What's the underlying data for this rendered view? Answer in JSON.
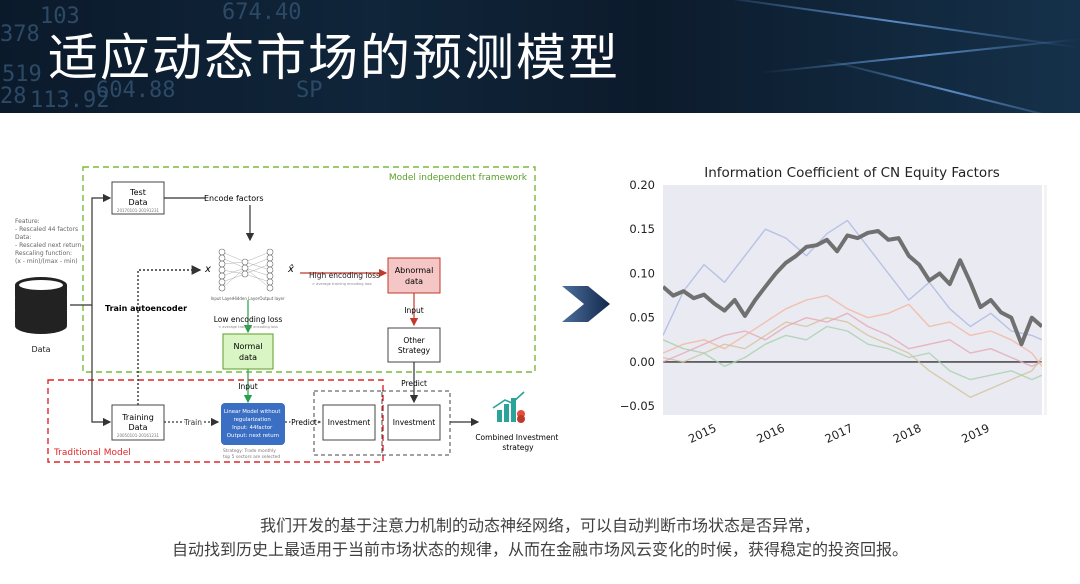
{
  "banner": {
    "title": "适应动态市场的预测模型",
    "tickers": [
      "378",
      "519",
      "113.92",
      "604.88",
      "103",
      "674.40",
      "SP",
      "28"
    ]
  },
  "diagram": {
    "framework_label": "Model independent framework",
    "traditional_label": "Traditional Model",
    "feature_note": [
      "Feature:",
      "- Rescaled 44 factors",
      "Data:",
      "- Rescaled next return",
      "Rescaling function:",
      "(x - min)/(max - min)"
    ],
    "data_label": "Data",
    "test_data": {
      "line1": "Test",
      "line2": "Data",
      "sub": "20170101-20191231"
    },
    "training_data": {
      "line1": "Training",
      "line2": "Data",
      "sub": "20050101-20161231"
    },
    "encode_factors": "Encode factors",
    "train_autoencoder": "Train autoencoder",
    "x_label": "x",
    "xhat_label": "x̂",
    "layer_labels": [
      "Input Layer",
      "Hidden Layer",
      "Output layer"
    ],
    "high_loss": "High encoding loss",
    "high_loss_sub": "> average training encoding loss",
    "low_loss": "Low encoding loss",
    "low_loss_sub": "< average training encoding loss",
    "abnormal": {
      "line1": "Abnormal",
      "line2": "data"
    },
    "normal": {
      "line1": "Normal",
      "line2": "data"
    },
    "input1": "Input",
    "input2": "Input",
    "other_strategy": {
      "line1": "Other",
      "line2": "Strategy"
    },
    "predict_top": "Predict",
    "predict_mid": "Predict",
    "linear_model": [
      "Linear Model without",
      "regularization",
      "Input: 44factor",
      "Output: next return"
    ],
    "strategy_note": [
      "Strategy: Trade monthly",
      "top 5 sectors are selected"
    ],
    "train_label": "Train",
    "investment1": "Investment",
    "investment2": "Investment",
    "combined": [
      "Combined Investment",
      "strategy"
    ]
  },
  "chart_data": {
    "type": "line",
    "title": "Information Coefficient of CN Equity Factors",
    "xlabel": "",
    "ylabel": "",
    "x_ticks": [
      "2015",
      "2016",
      "2017",
      "2018",
      "2019"
    ],
    "y_ticks": [
      "0.20",
      "0.15",
      "0.10",
      "0.05",
      "0.00",
      "−0.05"
    ],
    "xlim": [
      2014.4,
      2019.95
    ],
    "ylim": [
      -0.06,
      0.2
    ],
    "grid": false,
    "zero_line": true,
    "background": "#eaeaf2",
    "series": [
      {
        "color": "#707070",
        "width": 4,
        "opacity": 1,
        "x": [
          2014.4,
          2014.55,
          2014.7,
          2014.85,
          2015.0,
          2015.15,
          2015.3,
          2015.45,
          2015.6,
          2015.75,
          2015.9,
          2016.05,
          2016.2,
          2016.35,
          2016.5,
          2016.65,
          2016.8,
          2016.95,
          2017.1,
          2017.25,
          2017.4,
          2017.55,
          2017.7,
          2017.85,
          2018.0,
          2018.15,
          2018.3,
          2018.45,
          2018.6,
          2018.75,
          2018.9,
          2019.05,
          2019.2,
          2019.35,
          2019.5,
          2019.65,
          2019.8,
          2019.95
        ],
        "y": [
          0.085,
          0.075,
          0.08,
          0.072,
          0.076,
          0.066,
          0.058,
          0.07,
          0.052,
          0.07,
          0.085,
          0.1,
          0.112,
          0.12,
          0.13,
          0.132,
          0.138,
          0.125,
          0.143,
          0.14,
          0.146,
          0.148,
          0.138,
          0.14,
          0.12,
          0.11,
          0.092,
          0.1,
          0.088,
          0.115,
          0.09,
          0.062,
          0.07,
          0.056,
          0.05,
          0.02,
          0.05,
          0.04
        ]
      },
      {
        "color": "#a9b8e2",
        "width": 1.4,
        "opacity": 0.8,
        "x": [
          2014.4,
          2014.7,
          2015.0,
          2015.3,
          2015.6,
          2015.9,
          2016.2,
          2016.5,
          2016.8,
          2017.1,
          2017.4,
          2017.7,
          2018.0,
          2018.3,
          2018.6,
          2018.9,
          2019.2,
          2019.5,
          2019.8,
          2019.95
        ],
        "y": [
          0.03,
          0.08,
          0.11,
          0.09,
          0.12,
          0.15,
          0.14,
          0.12,
          0.145,
          0.16,
          0.13,
          0.1,
          0.07,
          0.09,
          0.06,
          0.04,
          0.055,
          0.035,
          0.03,
          0.025
        ]
      },
      {
        "color": "#f2b59d",
        "width": 1.4,
        "opacity": 0.8,
        "x": [
          2014.4,
          2014.7,
          2015.0,
          2015.3,
          2015.6,
          2015.9,
          2016.2,
          2016.5,
          2016.8,
          2017.1,
          2017.4,
          2017.7,
          2018.0,
          2018.3,
          2018.6,
          2018.9,
          2019.2,
          2019.5,
          2019.8,
          2019.95
        ],
        "y": [
          0.01,
          0.02,
          0.025,
          0.015,
          0.03,
          0.045,
          0.06,
          0.07,
          0.075,
          0.06,
          0.05,
          0.055,
          0.065,
          0.04,
          0.045,
          0.03,
          0.035,
          0.025,
          0.01,
          -0.005
        ]
      },
      {
        "color": "#a8d1ad",
        "width": 1.4,
        "opacity": 0.8,
        "x": [
          2014.4,
          2014.7,
          2015.0,
          2015.3,
          2015.6,
          2015.9,
          2016.2,
          2016.5,
          2016.8,
          2017.1,
          2017.4,
          2017.7,
          2018.0,
          2018.3,
          2018.6,
          2018.9,
          2019.2,
          2019.5,
          2019.8,
          2019.95
        ],
        "y": [
          0.025,
          0.015,
          0.01,
          -0.005,
          0.005,
          0.02,
          0.03,
          0.025,
          0.04,
          0.035,
          0.02,
          0.015,
          0.005,
          0.01,
          -0.01,
          -0.02,
          -0.015,
          -0.01,
          -0.02,
          -0.015
        ]
      },
      {
        "color": "#e6a8b2",
        "width": 1.4,
        "opacity": 0.8,
        "x": [
          2014.4,
          2014.7,
          2015.0,
          2015.3,
          2015.6,
          2015.9,
          2016.2,
          2016.5,
          2016.8,
          2017.1,
          2017.4,
          2017.7,
          2018.0,
          2018.3,
          2018.6,
          2018.9,
          2019.2,
          2019.5,
          2019.8,
          2019.95
        ],
        "y": [
          0.0,
          0.01,
          0.02,
          0.03,
          0.035,
          0.025,
          0.04,
          0.05,
          0.045,
          0.055,
          0.04,
          0.03,
          0.015,
          0.02,
          0.025,
          0.01,
          0.015,
          0.005,
          -0.005,
          0.0
        ]
      },
      {
        "color": "#d2c39b",
        "width": 1.4,
        "opacity": 0.8,
        "x": [
          2014.4,
          2014.7,
          2015.0,
          2015.3,
          2015.6,
          2015.9,
          2016.2,
          2016.5,
          2016.8,
          2017.1,
          2017.4,
          2017.7,
          2018.0,
          2018.3,
          2018.6,
          2018.9,
          2019.2,
          2019.5,
          2019.8,
          2019.95
        ],
        "y": [
          0.005,
          0.0,
          0.01,
          0.02,
          0.015,
          0.03,
          0.045,
          0.04,
          0.05,
          0.045,
          0.03,
          0.02,
          0.01,
          -0.01,
          -0.025,
          -0.04,
          -0.03,
          -0.02,
          -0.01,
          0.005
        ]
      }
    ]
  },
  "caption": {
    "line1": "我们开发的基于注意力机制的动态神经网络，可以自动判断市场状态是否异常，",
    "line2": "自动找到历史上最适用于当前市场状态的规律，从而在金融市场风云变化的时候，获得稳定的投资回报。"
  },
  "colors": {
    "banner_bg": "#0f2135",
    "green_dash": "#7cba3b",
    "red_dash": "#e0262a",
    "blue_model": "#3a6fc4",
    "arrow": "#1f3b63"
  }
}
